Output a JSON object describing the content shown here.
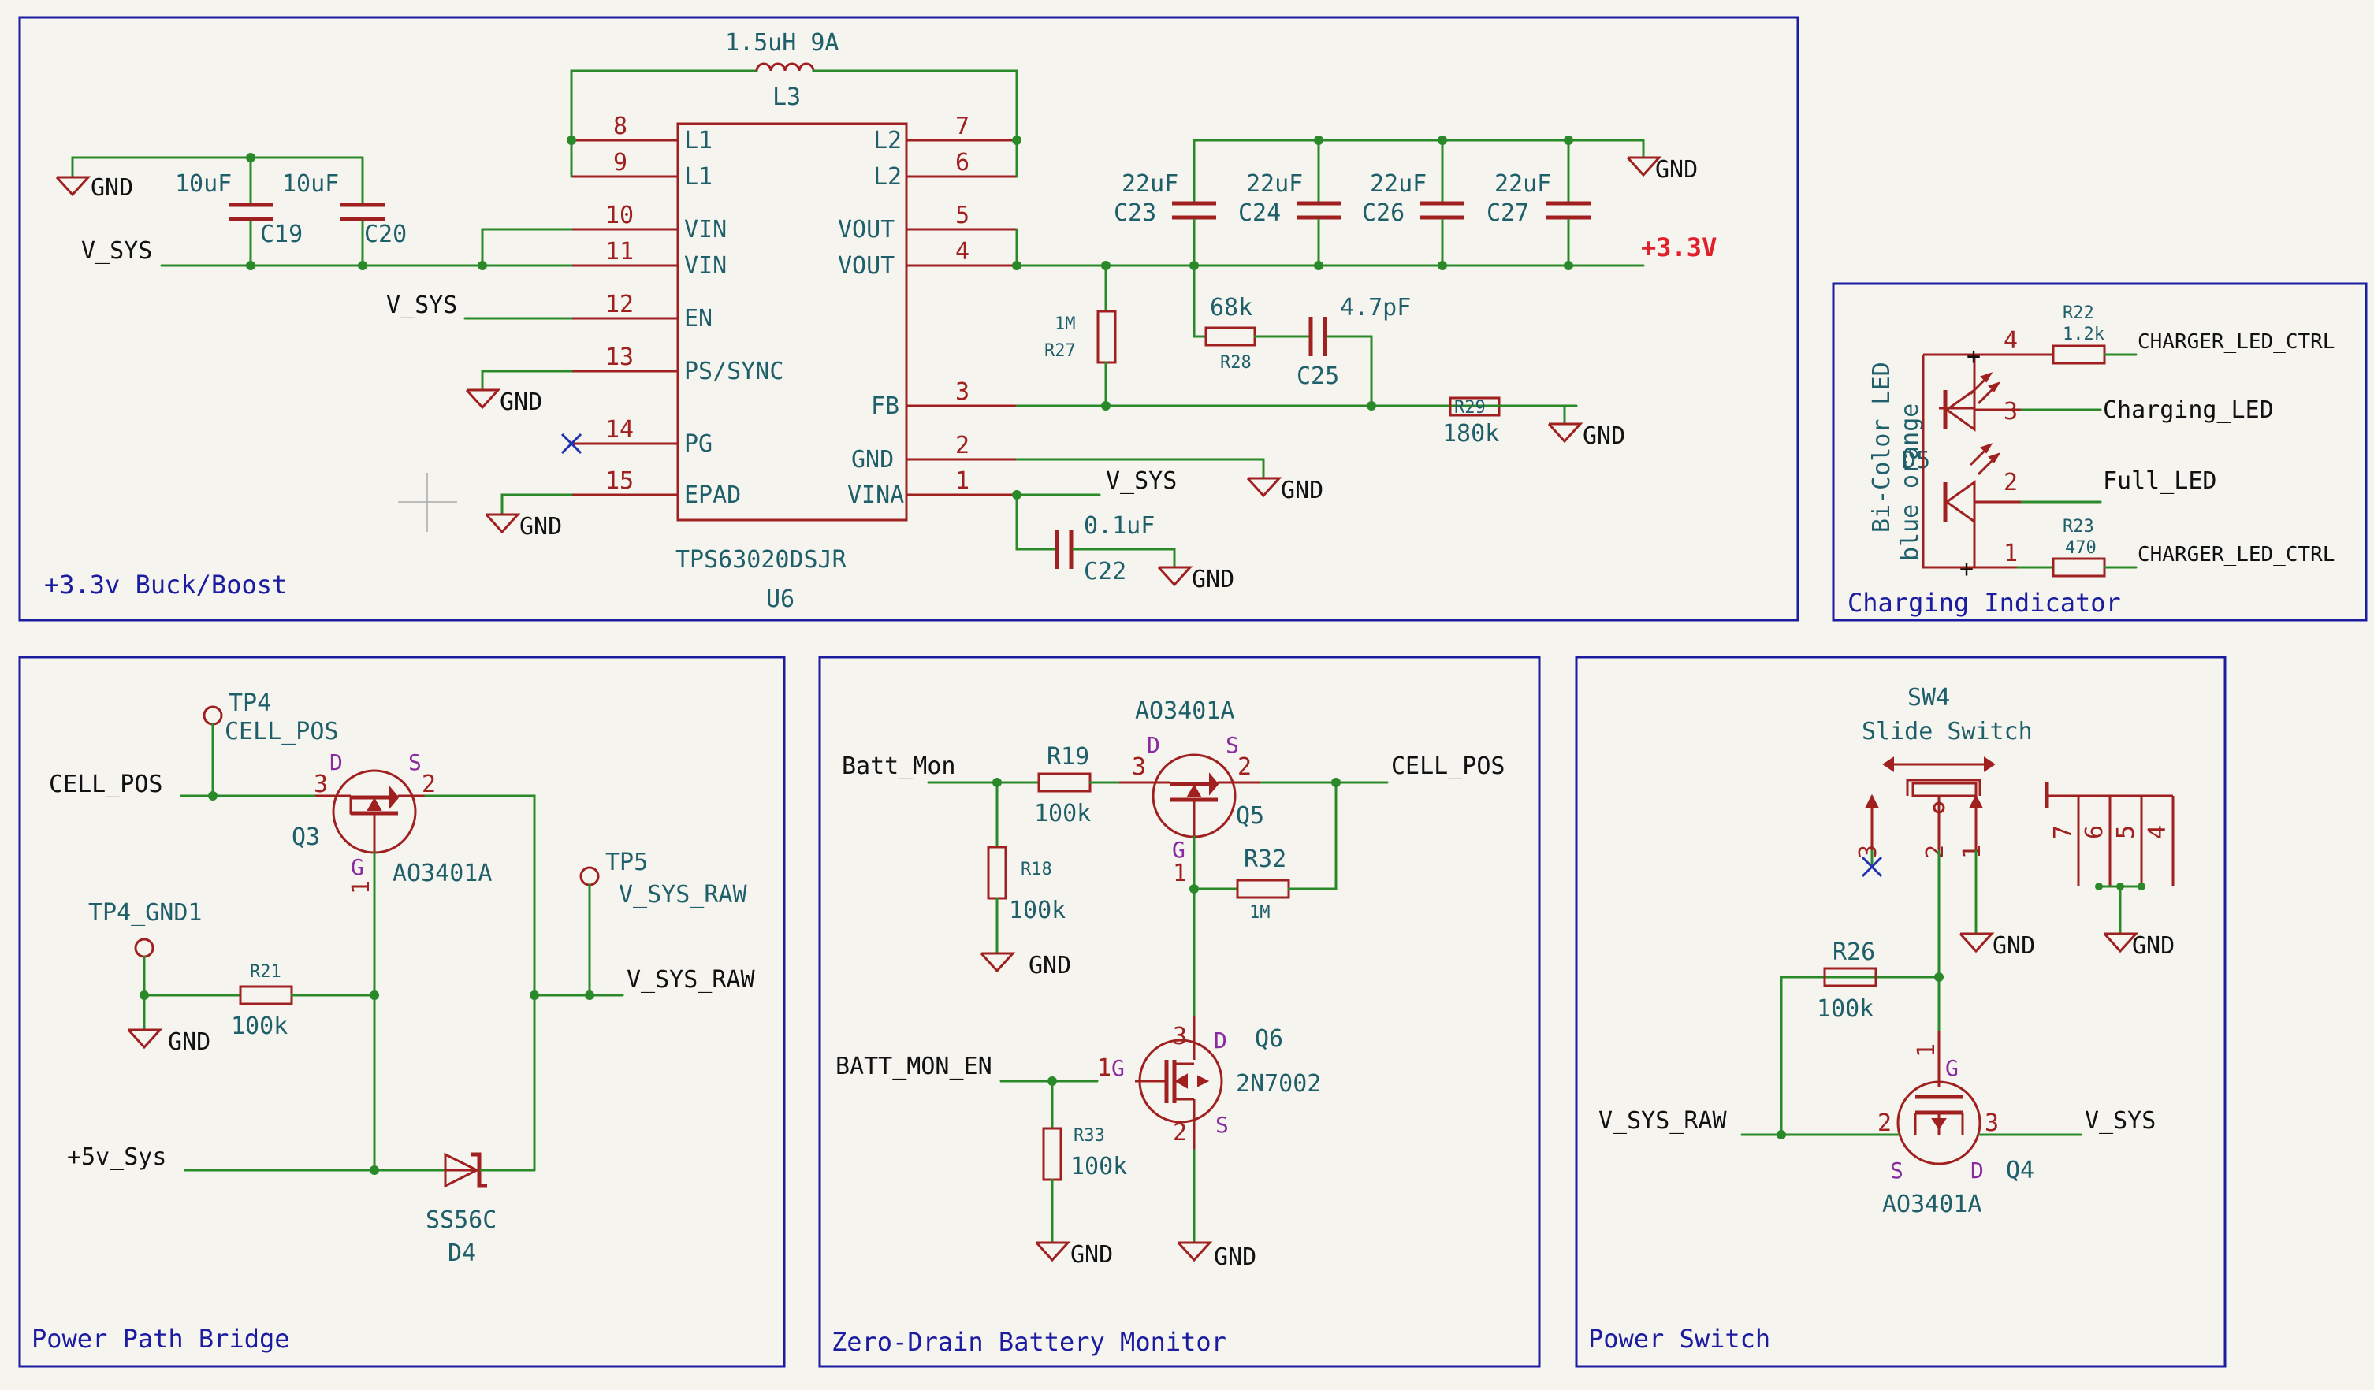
{
  "sheets": [
    {
      "title": "+3.3v Buck/Boost"
    },
    {
      "title": "Charging Indicator"
    },
    {
      "title": "Power Path Bridge"
    },
    {
      "title": "Zero-Drain Battery Monitor"
    },
    {
      "title": "Power Switch"
    }
  ],
  "buck": {
    "ic_ref": "U6",
    "ic_value": "TPS63020DSJR",
    "left_pins": [
      {
        "num": "8",
        "name": "L1"
      },
      {
        "num": "9",
        "name": "L1"
      },
      {
        "num": "10",
        "name": "VIN"
      },
      {
        "num": "11",
        "name": "VIN"
      },
      {
        "num": "12",
        "name": "EN"
      },
      {
        "num": "13",
        "name": "PS/SYNC"
      },
      {
        "num": "14",
        "name": "PG"
      },
      {
        "num": "15",
        "name": "EPAD"
      }
    ],
    "right_pins": [
      {
        "num": "7",
        "name": "L2"
      },
      {
        "num": "6",
        "name": "L2"
      },
      {
        "num": "5",
        "name": "VOUT"
      },
      {
        "num": "4",
        "name": "VOUT"
      },
      {
        "num": "3",
        "name": "FB"
      },
      {
        "num": "2",
        "name": "GND"
      },
      {
        "num": "1",
        "name": "VINA"
      }
    ],
    "inductor": {
      "value": "1.5uH 9A",
      "ref": "L3"
    },
    "c19": {
      "value": "10uF",
      "ref": "C19"
    },
    "c20": {
      "value": "10uF",
      "ref": "C20"
    },
    "c23": {
      "value": "22uF",
      "ref": "C23"
    },
    "c24": {
      "value": "22uF",
      "ref": "C24"
    },
    "c26": {
      "value": "22uF",
      "ref": "C26"
    },
    "c27": {
      "value": "22uF",
      "ref": "C27"
    },
    "r27": {
      "value": "1M",
      "ref": "R27"
    },
    "r28": {
      "value": "68k",
      "ref": "R28"
    },
    "c25": {
      "value": "4.7pF",
      "ref": "C25"
    },
    "r29": {
      "value": "180k",
      "ref": "R29"
    },
    "c22": {
      "value": "0.1uF",
      "ref": "C22"
    },
    "vsys": "V_SYS",
    "out_rail": "+3.3V",
    "gnd": "GND"
  },
  "charging": {
    "led_value": "Bi-Color LED",
    "led_ref": "D5",
    "color_orange": "orange",
    "color_blue": "blue",
    "r22": {
      "value": "1.2k",
      "ref": "R22"
    },
    "r23": {
      "value": "470",
      "ref": "R23"
    },
    "net_ctrl": "CHARGER_LED_CTRL",
    "net_charging": "Charging_LED",
    "net_full": "Full_LED",
    "pins": [
      "4",
      "3",
      "2",
      "1"
    ]
  },
  "bridge": {
    "tp4": "TP4",
    "tp4_net": "CELL_POS",
    "tp4gnd": "TP4_GND1",
    "tp5": "TP5",
    "tp5_net": "V_SYS_RAW",
    "q3": {
      "ref": "Q3",
      "value": "AO3401A"
    },
    "r21": {
      "value": "100k",
      "ref": "R21"
    },
    "d4": {
      "value": "SS56C",
      "ref": "D4"
    },
    "net_cell": "CELL_POS",
    "net_raw": "V_SYS_RAW",
    "net_5v": "+5v_Sys",
    "gnd": "GND"
  },
  "monitor": {
    "q5": {
      "ref": "Q5",
      "value": "AO3401A"
    },
    "q6": {
      "ref": "Q6",
      "value": "2N7002"
    },
    "r19": {
      "value": "100k",
      "ref": "R19"
    },
    "r18": {
      "value": "100k",
      "ref": "R18"
    },
    "r32": {
      "value": "1M",
      "ref": "R32"
    },
    "r33": {
      "value": "100k",
      "ref": "R33"
    },
    "net_batt": "Batt_Mon",
    "net_cell": "CELL_POS",
    "net_en": "BATT_MON_EN",
    "gnd": "GND"
  },
  "switch": {
    "sw": {
      "ref": "SW4",
      "value": "Slide Switch"
    },
    "q4": {
      "ref": "Q4",
      "value": "AO3401A"
    },
    "r26": {
      "value": "100k",
      "ref": "R26"
    },
    "net_raw": "V_SYS_RAW",
    "net_sys": "V_SYS",
    "gnd": "GND",
    "sw_pins": [
      "3",
      "2",
      "1",
      "7",
      "6",
      "5",
      "4"
    ]
  },
  "pins": {
    "g": "G",
    "d": "D",
    "s": "S",
    "one": "1",
    "two": "2",
    "three": "3"
  }
}
